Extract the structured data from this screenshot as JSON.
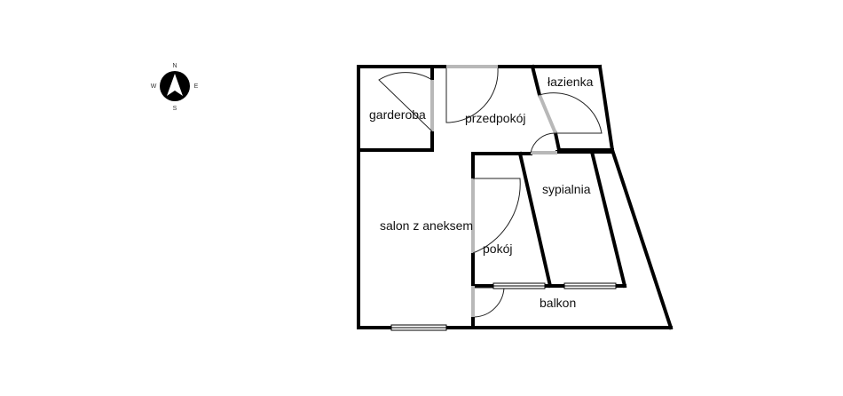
{
  "compass": {
    "north": "N",
    "south": "S",
    "east": "E",
    "west": "W"
  },
  "rooms": {
    "garderoba": "garderoba",
    "przedpokoj": "przedpokój",
    "lazienka": "łazienka",
    "sypialnia": "sypialnia",
    "salon": "salon z aneksem",
    "pokoj": "pokój",
    "balkon": "balkon"
  },
  "colors": {
    "wall": "#000000",
    "door_opening": "#b8b8b8",
    "door_swing": "#222222",
    "window_frame": "#000000"
  }
}
